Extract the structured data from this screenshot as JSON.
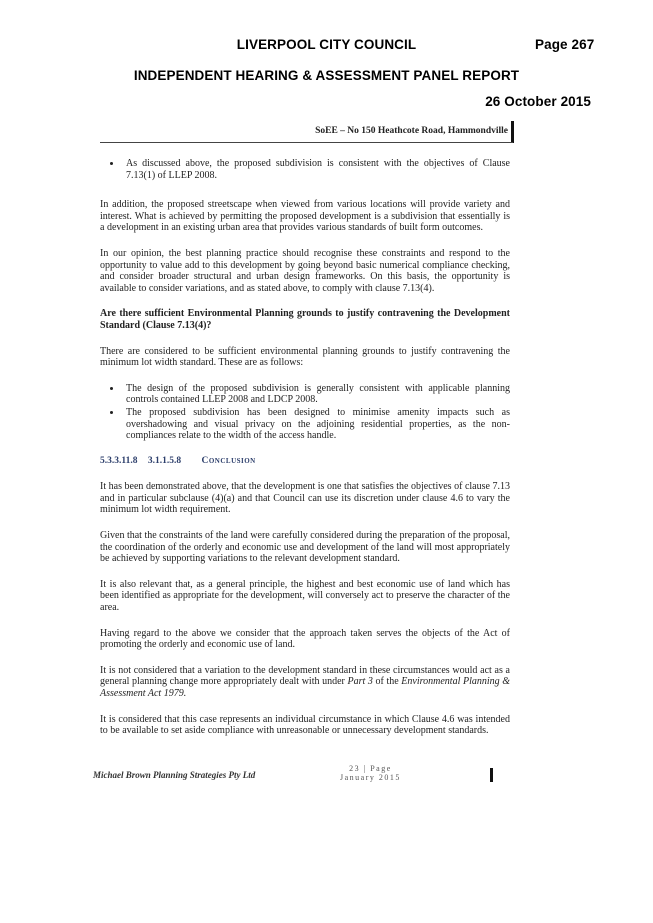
{
  "header": {
    "council": "LIVERPOOL CITY COUNCIL",
    "page_number": "Page 267",
    "panel": "INDEPENDENT HEARING & ASSESSMENT PANEL REPORT",
    "date": "26 October 2015"
  },
  "doc_ref": "SoEE – No 150 Heathcote Road, Hammondville",
  "body": {
    "bullet1": "As discussed above, the proposed subdivision is consistent with the objectives of Clause 7.13(1) of LLEP 2008.",
    "p1": "In addition, the proposed streetscape when viewed from various locations will provide variety and interest. What is achieved by permitting the proposed development is a subdivision that essentially is a development in an existing urban area that provides various standards of built form outcomes.",
    "p2": "In our opinion, the best planning practice should recognise these constraints and respond to the opportunity to value add to this development by going beyond basic numerical compliance checking, and consider broader structural and urban design frameworks. On this basis, the opportunity is available to consider variations, and as stated above, to comply with clause 7.13(4).",
    "question": "Are there sufficient Environmental Planning grounds to justify contravening the Development Standard (Clause 7.13(4)?",
    "p3": "There are considered to be sufficient environmental planning grounds to justify contravening the minimum lot width standard. These are as follows:",
    "bullet2": "The design of the proposed subdivision is generally consistent with applicable planning controls contained LLEP 2008 and LDCP 2008.",
    "bullet3": "The proposed subdivision has been designed to minimise amenity impacts such as overshadowing and visual privacy on the adjoining residential properties, as the non-compliances relate to the width of the access handle.",
    "section_num1": "5.3.3.11.8",
    "section_num2": "3.1.1.5.8",
    "section_title": "Conclusion",
    "p4": "It has been demonstrated above, that the development is one that satisfies the objectives of clause 7.13 and in particular subclause (4)(a) and that Council can use its discretion under clause 4.6 to vary the minimum lot width requirement.",
    "p5": "Given that the constraints of the land were carefully considered during the preparation of the proposal, the coordination of the orderly and economic use and development of the land will most appropriately be achieved by supporting variations to the relevant development standard.",
    "p6": "It is also relevant that, as a general principle, the highest and best economic use of land which has been identified as appropriate for the development, will conversely act to preserve the character of the area.",
    "p7": "Having regard to the above we consider that the approach taken serves the objects of the Act of promoting the orderly and economic use of land.",
    "p8_a": "It is not considered that a variation to the development standard in these circumstances would act as a general planning change more appropriately dealt with under ",
    "p8_b": "Part 3",
    "p8_c": " of the ",
    "p8_d": "Environmental Planning & Assessment Act 1979.",
    "p9": "It is considered that this case represents an individual circumstance in which Clause 4.6 was intended to be available to set aside compliance with unreasonable or unnecessary development standards."
  },
  "footer": {
    "company": "Michael Brown Planning Strategies Pty Ltd",
    "page": "23 | Page",
    "month": "January 2015"
  }
}
